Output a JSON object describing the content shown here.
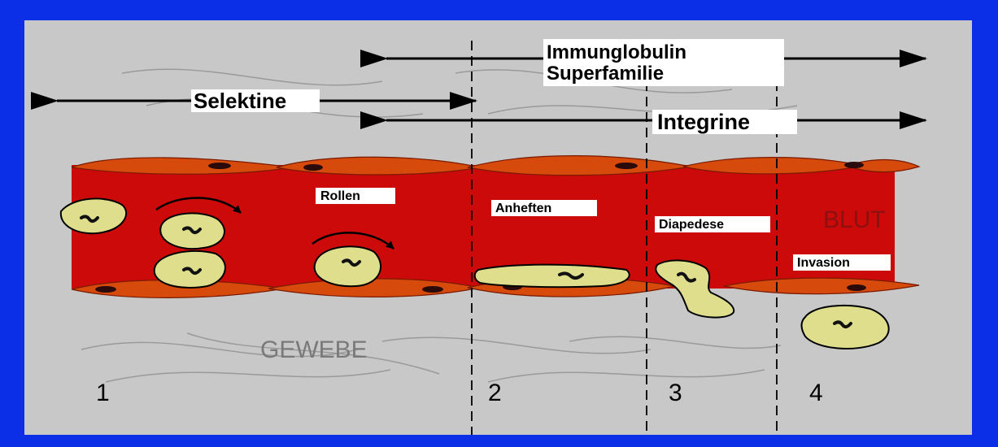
{
  "labels": {
    "top_arrow_line1": "Immunglobulin",
    "top_arrow_line2": "Superfamilie",
    "selectins": "Selektine",
    "integrins": "Integrine",
    "rolling": "Rollen",
    "adhesion": "Anheften",
    "diapedesis": "Diapedese",
    "invasion": "Invasion",
    "blood": "BLUT",
    "tissue": "GEWEBE"
  },
  "stages": [
    "1",
    "2",
    "3",
    "4"
  ],
  "colors": {
    "frame": "#0a2fe6",
    "background": "#c8c8c8",
    "vessel": "#cc0a0a",
    "endothelium": "#d64a0c",
    "leukocyte": "#dede8c"
  }
}
